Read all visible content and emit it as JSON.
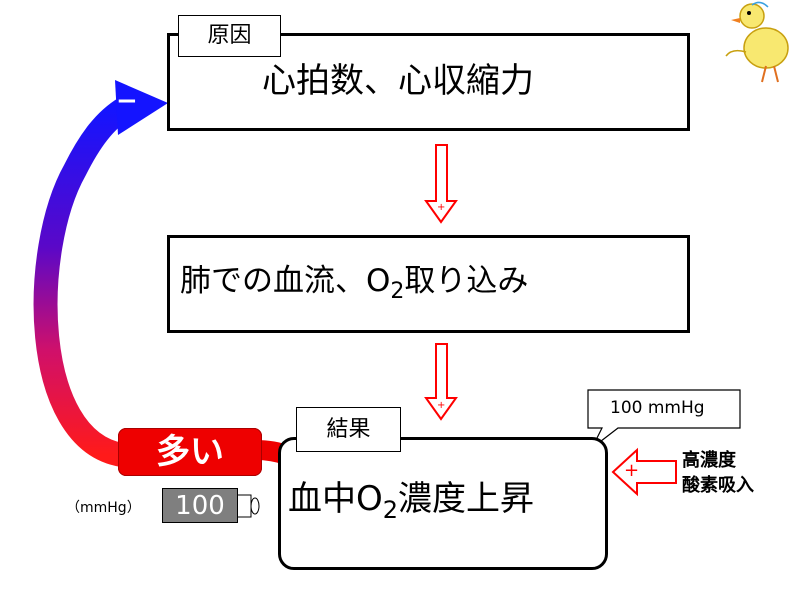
{
  "box1": {
    "tag": "原因",
    "text": "心拍数、心収縮力"
  },
  "box2": {
    "text_before": "肺での血流、O",
    "sub": "2",
    "text_after": "取り込み"
  },
  "box3": {
    "tag": "結果",
    "text_before": "血中O",
    "sub": "2",
    "text_after": "濃度上昇"
  },
  "callout": "100 mmHg",
  "side": {
    "line1": "高濃度",
    "line2": "酸素吸入"
  },
  "badge": "多い",
  "gauge": {
    "unit": "（mmHg）",
    "value": "100"
  },
  "signs": {
    "minus": "−",
    "plus": "+"
  },
  "colors": {
    "down_arrow": "#0000cc",
    "plus_arrow": "#ff0000",
    "badge_bg": "#ee0000",
    "gauge_bg": "#7f7f7f",
    "feedback_top": "#1414ff",
    "feedback_bottom": "#ff1a1a"
  }
}
